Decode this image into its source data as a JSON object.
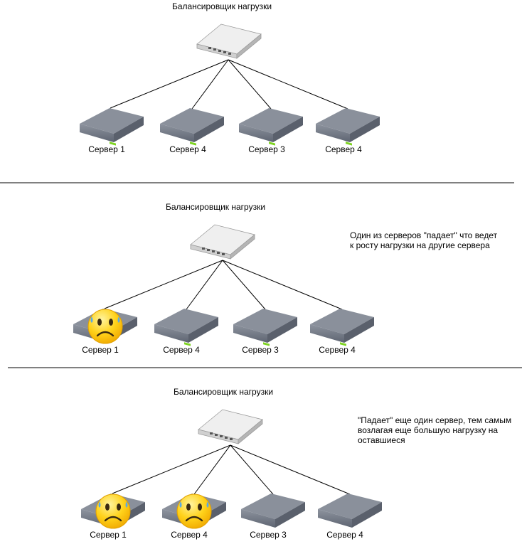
{
  "panels": [
    {
      "balancer_label": "Балансировщик нагрузки",
      "note_lines": [],
      "servers": [
        {
          "label": "Сервер 1",
          "sad": false
        },
        {
          "label": "Сервер 4",
          "sad": false
        },
        {
          "label": "Сервер 3",
          "sad": false
        },
        {
          "label": "Сервер 4",
          "sad": false
        }
      ]
    },
    {
      "balancer_label": "Балансировщик нагрузки",
      "note_lines": [
        "Один из серверов \"падает\" что ведет",
        "к росту нагрузки на другие сервера"
      ],
      "servers": [
        {
          "label": "Сервер 1",
          "sad": true
        },
        {
          "label": "Сервер 4",
          "sad": false
        },
        {
          "label": "Сервер 3",
          "sad": false
        },
        {
          "label": "Сервер 4",
          "sad": false
        }
      ]
    },
    {
      "balancer_label": "Балансировщик нагрузки",
      "note_lines": [
        "\"Падает\" еще один сервер, тем самым",
        "возлагая еще большую нагрузку на",
        "оставшиеся"
      ],
      "servers": [
        {
          "label": "Сервер 1",
          "sad": true
        },
        {
          "label": "Сервер 4",
          "sad": true
        },
        {
          "label": "Сервер 3",
          "sad": false
        },
        {
          "label": "Сервер 4",
          "sad": false
        }
      ]
    }
  ],
  "colors": {
    "server_body": "#6f7683",
    "server_top": "#8a909b",
    "server_led": "#7ed321",
    "switch_top": "#efefef",
    "switch_front": "#cfcfcf",
    "smiley": "#ffd21a",
    "tear": "#5aa9e6",
    "divider": "#000000"
  }
}
